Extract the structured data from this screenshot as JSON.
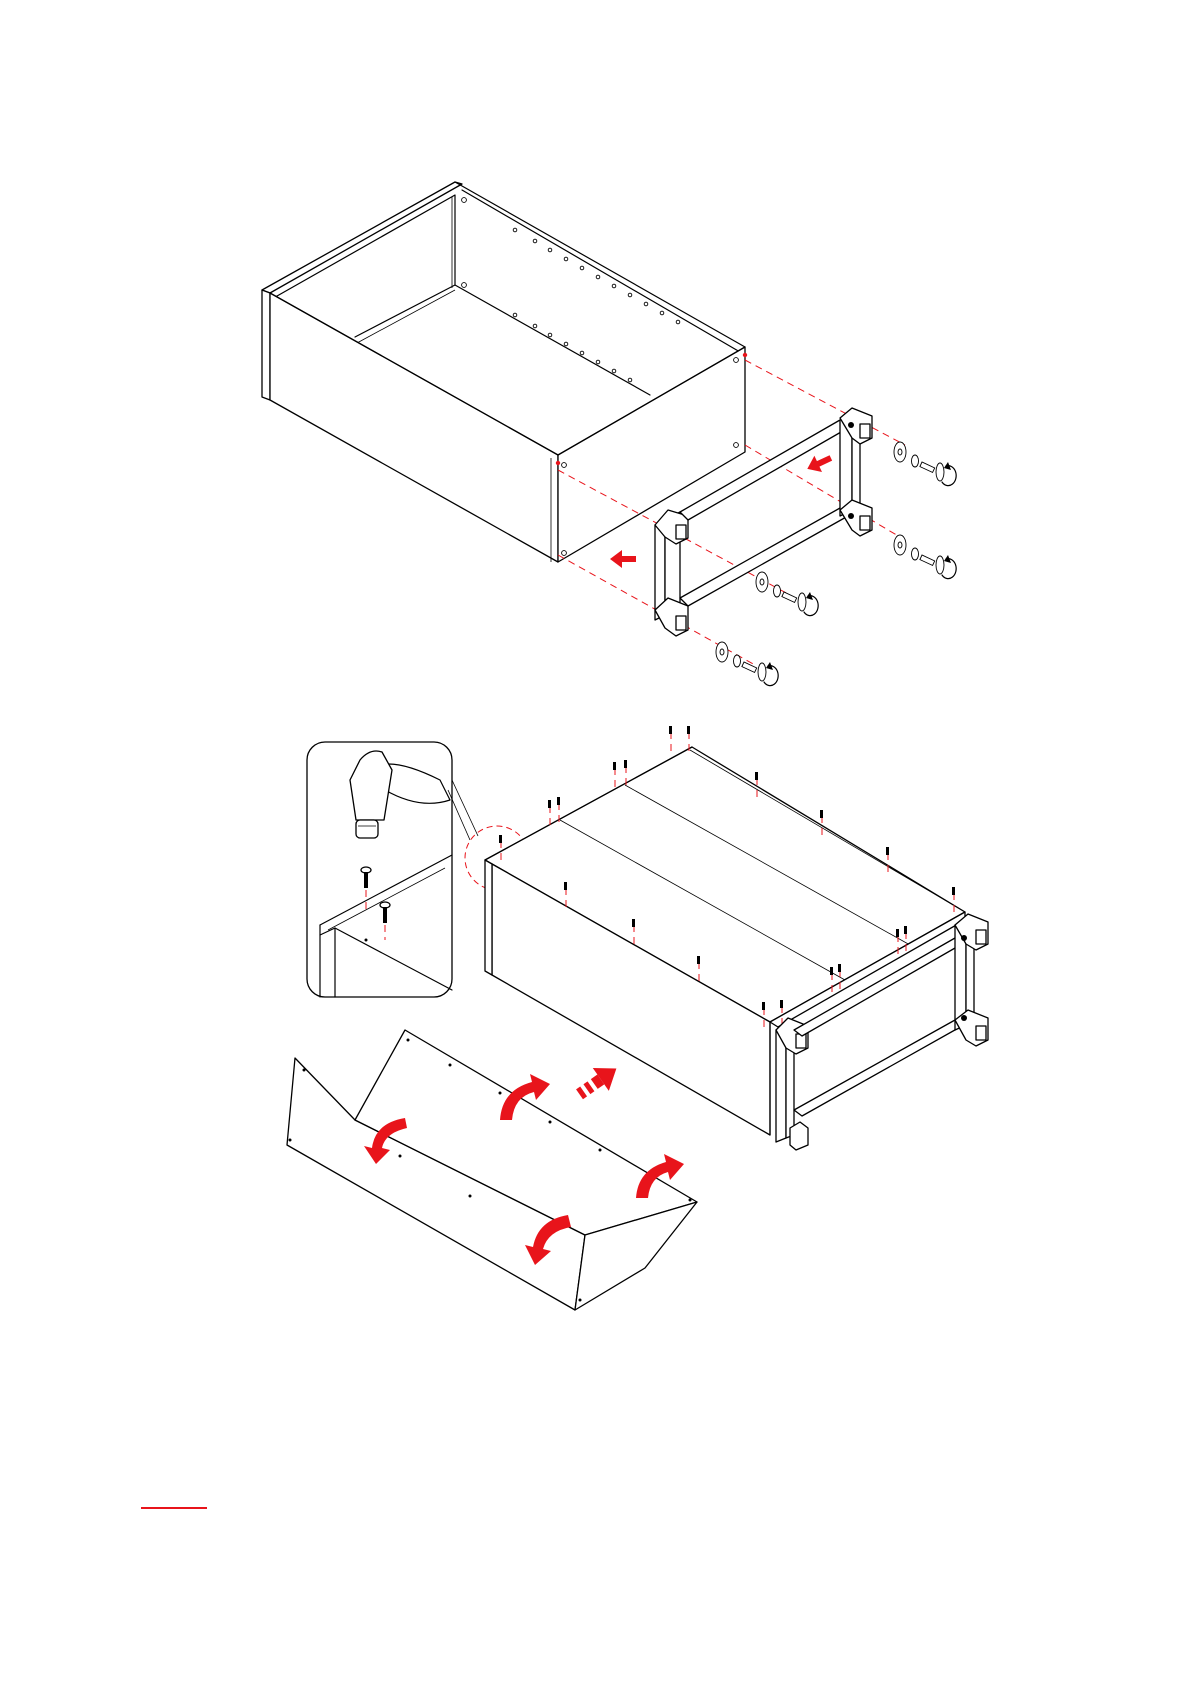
{
  "palette": {
    "accent": "#e8141b",
    "line": "#000000",
    "paper": "#ffffff"
  },
  "figures": [
    {
      "name": "step-attach-leg-frame",
      "hardware": [
        "washer-icon",
        "spring-washer-icon",
        "bolt-icon",
        "rotate-arrow-icon"
      ],
      "arrows": [
        "push-arrow-icon",
        "push-arrow-icon"
      ]
    },
    {
      "name": "step-attach-back-panel",
      "detail": "hammer-nails-detail",
      "hardware": [
        "hammer-icon",
        "nail-icon"
      ],
      "arrows": [
        "curved-arrow-icon",
        "dashed-push-arrow-icon"
      ]
    }
  ]
}
